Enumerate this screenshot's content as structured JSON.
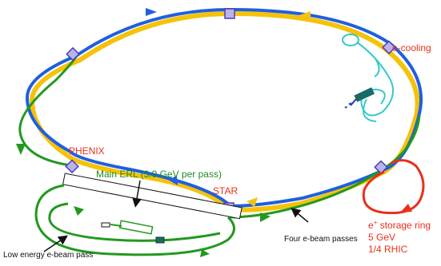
{
  "labels": {
    "e_cooling": "e-cooling",
    "phenix": "PHENIX",
    "star": "STAR",
    "main_erl": "Main ERL (3.9 GeV per pass)",
    "four_passes": "Four e-beam passes",
    "low_energy": "Low energy e-beam  pass",
    "storage_ring_line1": "storage ring",
    "storage_ring_sup": "+",
    "storage_ring_prefix": "e",
    "storage_energy": "5 GeV",
    "storage_fraction": "1/4 RHIC"
  },
  "colors": {
    "blue_ring": "#1f5fe0",
    "yellow_ring": "#f5c20a",
    "green_beam": "#22991f",
    "red_ring": "#e8301c",
    "cyan_cooling": "#35c9c9",
    "marker_fill": "#b9b4ea",
    "marker_stroke": "#4a3fb8"
  }
}
